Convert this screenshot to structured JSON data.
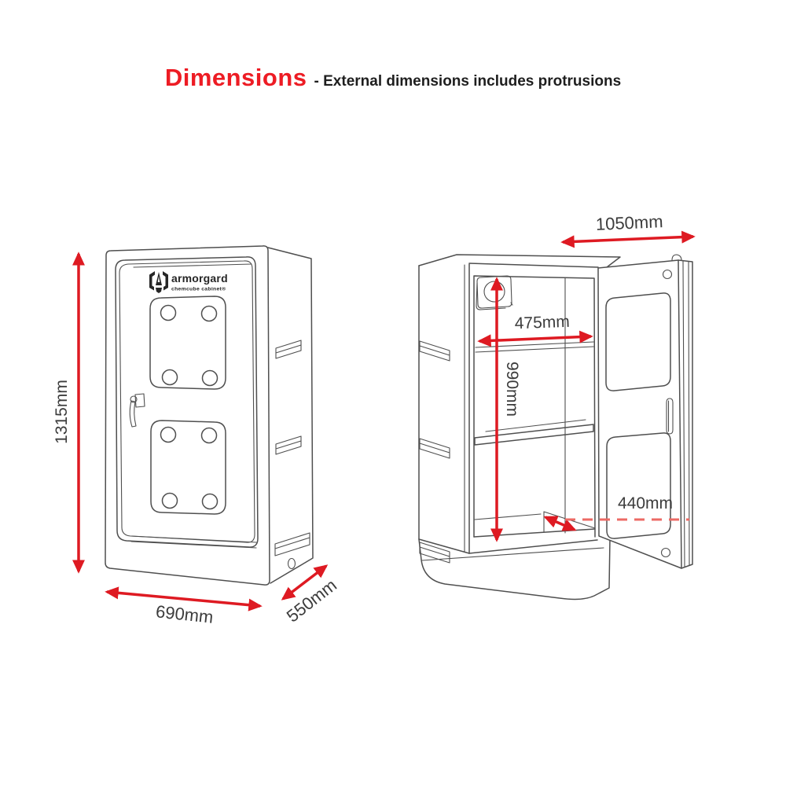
{
  "title": {
    "main": "Dimensions",
    "subtitle": "- External dimensions includes protrusions"
  },
  "brand": {
    "name": "armorgard",
    "product": "chemcube cabinet®"
  },
  "dimensions": {
    "cabinet_closed": {
      "height": "1315mm",
      "width": "690mm",
      "depth": "550mm"
    },
    "cabinet_open": {
      "width_door_open": "1050mm",
      "internal_width": "475mm",
      "internal_height": "990mm",
      "internal_depth": "440mm"
    }
  },
  "colors": {
    "accent_red": "#de1a22",
    "dashed_red": "#ec6a64",
    "line_gray": "#4f4f4f",
    "label_gray": "#3c3c3c",
    "title_red": "#ed1c24",
    "title_black": "#1e1e1e",
    "background": "#ffffff"
  }
}
